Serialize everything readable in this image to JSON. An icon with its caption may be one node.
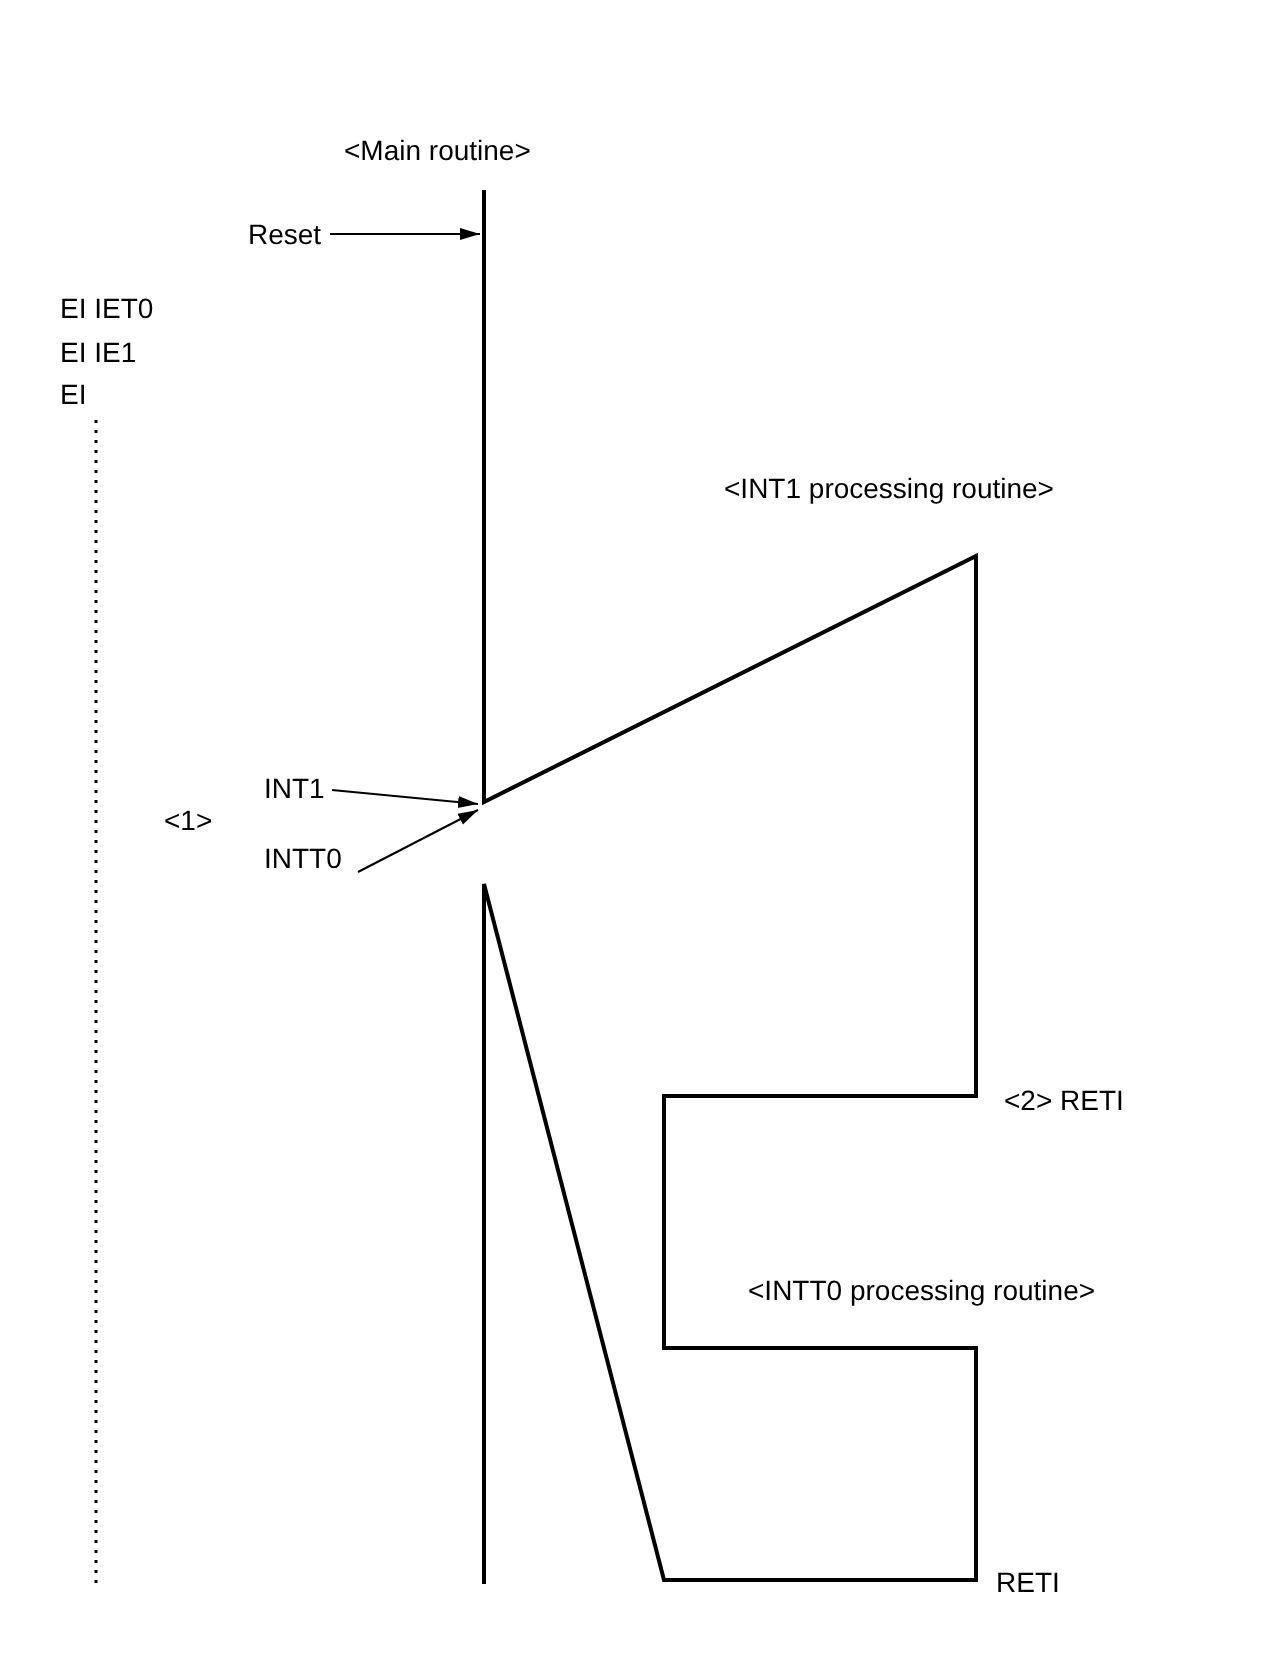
{
  "diagram": {
    "nodes": [
      {
        "text": [
          "Reset"
        ]
      },
      {
        "text": [
          "INT1"
        ]
      },
      {
        "text": [
          "INTT0"
        ]
      }
    ],
    "edges": [
      {
        "from": 0,
        "to": null,
        "arrow": "to"
      },
      {
        "from": 1,
        "to": null,
        "arrow": "to"
      },
      {
        "from": 2,
        "to": null,
        "arrow": "to"
      }
    ],
    "labels": [
      "<Main routine>",
      "EI IET0",
      "EI IE1",
      "EI",
      "<INT1 processing routine>",
      "<1>",
      "<2> RETI",
      "<INTT0 processing routine>",
      "RETI"
    ]
  }
}
